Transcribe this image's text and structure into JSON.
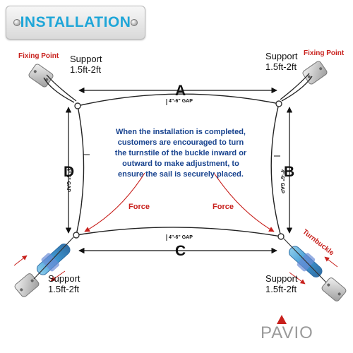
{
  "banner": {
    "title": "INSTALLATION"
  },
  "labels": {
    "fixing_point_left": "Fixing Point",
    "fixing_point_right": "Fixing Point",
    "support_top_left": "Support",
    "support_top_left_size": "1.5ft-2ft",
    "support_top_right": "Support",
    "support_top_right_size": "1.5ft-2ft",
    "support_bottom_left": "Support",
    "support_bottom_left_size": "1.5ft-2ft",
    "support_bottom_right": "Support",
    "support_bottom_right_size": "1.5ft-2ft",
    "force_left": "Force",
    "force_right": "Force",
    "turnbuckle": "Turnbuckle"
  },
  "sides": {
    "a": "A",
    "b": "B",
    "c": "C",
    "d": "D"
  },
  "gaps": {
    "top": "4\"-6\" GAP",
    "bottom": "4\"-6\" GAP",
    "left": "4\"-6\" GAP",
    "right": "4\"-6\" GAP"
  },
  "note": "When the installation is completed, customers are encouraged to turn the turnstile of the buckle inward or outward to make adjustment, to ensure the sail is securely placed.",
  "logo": "PAVIO",
  "colors": {
    "accent_blue": "#1fa6d8",
    "force_red": "#c8201c",
    "note_blue": "#17428e"
  }
}
